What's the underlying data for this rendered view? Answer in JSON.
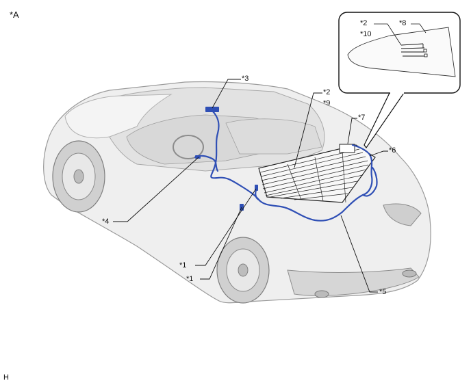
{
  "figure_id": "*A",
  "corner_mark": "H",
  "callouts": {
    "c1a": "*1",
    "c1b": "*1",
    "c2_main": "*2",
    "c9": "*9",
    "c3": "*3",
    "c4": "*4",
    "c5": "*5",
    "c6": "*6",
    "c7": "*7",
    "c2_inset": "*2",
    "c10": "*10",
    "c8": "*8"
  },
  "colors": {
    "harness": "#2f4fb5",
    "car_body": "#eeeeee",
    "car_outline": "#9a9a9a",
    "defogger_grid": "#222222",
    "leader_line": "#111111"
  }
}
